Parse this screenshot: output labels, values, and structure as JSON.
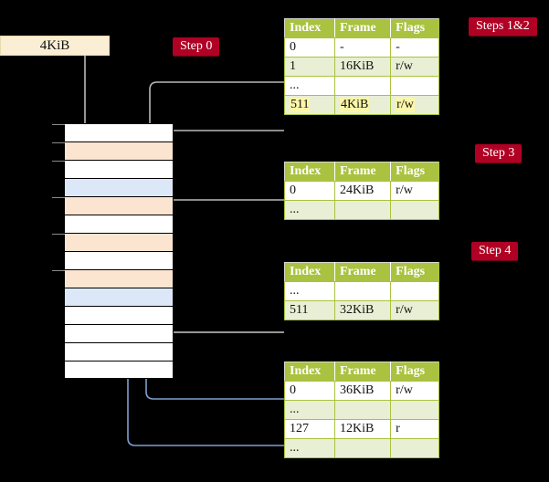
{
  "source_box": {
    "label": "4KiB"
  },
  "badges": {
    "step0": "Step 0",
    "steps12": "Steps 1&2",
    "step3": "Step 3",
    "step4": "Step 4"
  },
  "colors": {
    "badge_bg": "#b00024",
    "table_header_bg": "#a9c23f",
    "table_alt_row_bg": "#e9efd4",
    "highlight": "#fbf7a8",
    "source_box_bg": "#faefd4",
    "mem_orange": "#fce5d0",
    "mem_blue": "#dce8f7",
    "wire_gray": "#b9b9b9",
    "wire_blue": "#7f9fd0"
  },
  "memory_column": {
    "cells": [
      {
        "index": 0,
        "fill": "white",
        "tick": true
      },
      {
        "index": 1,
        "fill": "orange",
        "tick": true
      },
      {
        "index": 2,
        "fill": "white",
        "tick": true
      },
      {
        "index": 3,
        "fill": "blue",
        "tick": false
      },
      {
        "index": 4,
        "fill": "orange",
        "tick": true
      },
      {
        "index": 5,
        "fill": "white",
        "tick": false
      },
      {
        "index": 6,
        "fill": "orange",
        "tick": true
      },
      {
        "index": 7,
        "fill": "white",
        "tick": false
      },
      {
        "index": 8,
        "fill": "orange",
        "tick": true
      },
      {
        "index": 9,
        "fill": "blue",
        "tick": false
      },
      {
        "index": 10,
        "fill": "white",
        "tick": false
      },
      {
        "index": 11,
        "fill": "white",
        "tick": false
      },
      {
        "index": 12,
        "fill": "white",
        "tick": false
      },
      {
        "index": 13,
        "fill": "white",
        "tick": false
      }
    ]
  },
  "tables": [
    {
      "id": "table-steps-1-2",
      "headers": [
        "Index",
        "Frame",
        "Flags"
      ],
      "rows": [
        {
          "cells": [
            "0",
            "-",
            "-"
          ],
          "alt": false,
          "highlight": false
        },
        {
          "cells": [
            "1",
            "16KiB",
            "r/w"
          ],
          "alt": true,
          "highlight": false
        },
        {
          "cells": [
            "...",
            "",
            ""
          ],
          "alt": false,
          "highlight": false
        },
        {
          "cells": [
            "511",
            "4KiB",
            "r/w"
          ],
          "alt": true,
          "highlight": true
        }
      ]
    },
    {
      "id": "table-step-3",
      "headers": [
        "Index",
        "Frame",
        "Flags"
      ],
      "rows": [
        {
          "cells": [
            "0",
            "24KiB",
            "r/w"
          ],
          "alt": false,
          "highlight": false
        },
        {
          "cells": [
            "...",
            "",
            ""
          ],
          "alt": true,
          "highlight": false
        }
      ]
    },
    {
      "id": "table-step-4",
      "headers": [
        "Index",
        "Frame",
        "Flags"
      ],
      "rows": [
        {
          "cells": [
            "...",
            "",
            ""
          ],
          "alt": false,
          "highlight": false
        },
        {
          "cells": [
            "511",
            "32KiB",
            "r/w"
          ],
          "alt": true,
          "highlight": false
        }
      ]
    },
    {
      "id": "table-bottom",
      "headers": [
        "Index",
        "Frame",
        "Flags"
      ],
      "rows": [
        {
          "cells": [
            "0",
            "36KiB",
            "r/w"
          ],
          "alt": false,
          "highlight": false
        },
        {
          "cells": [
            "...",
            "",
            ""
          ],
          "alt": true,
          "highlight": false
        },
        {
          "cells": [
            "127",
            "12KiB",
            "r"
          ],
          "alt": false,
          "highlight": false
        },
        {
          "cells": [
            "...",
            "",
            ""
          ],
          "alt": true,
          "highlight": false
        }
      ]
    }
  ]
}
